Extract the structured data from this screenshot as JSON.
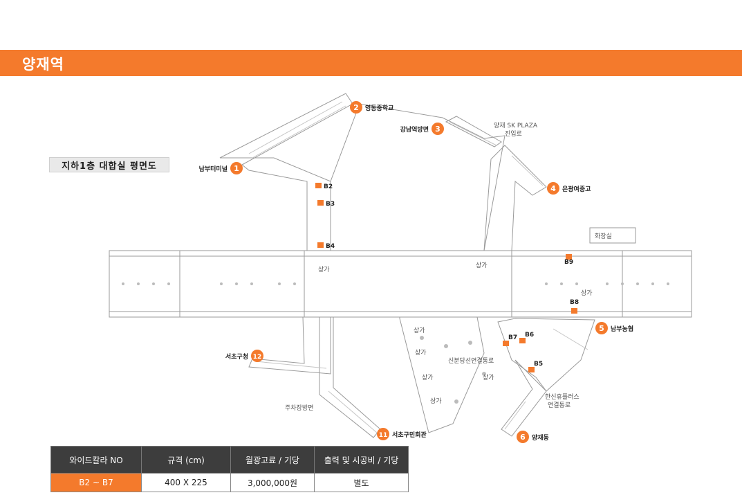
{
  "header": {
    "title": "양재역"
  },
  "floor_label": "지하1층 대합실 평면도",
  "exits": [
    {
      "num": "1",
      "name": "남부터미널"
    },
    {
      "num": "2",
      "name": "영동중학교"
    },
    {
      "num": "3",
      "name": "강남역방면"
    },
    {
      "num": "4",
      "name": "은광여중고"
    },
    {
      "num": "5",
      "name": "남부농협"
    },
    {
      "num": "6",
      "name": "양재동"
    },
    {
      "num": "11",
      "name": "서초구민회관"
    },
    {
      "num": "12",
      "name": "서초구청"
    }
  ],
  "ad_spots": [
    "B2",
    "B3",
    "B4",
    "B5",
    "B6",
    "B7",
    "B8",
    "B9"
  ],
  "map_labels": {
    "sk_plaza": "양재 SK PLAZA",
    "sk_plaza_2": "진입로",
    "restroom": "화장실",
    "shop": "상가",
    "sinbundang": "신분당선연결통로",
    "hansin": "한신휴플러스",
    "hansin_2": "연결통로",
    "parking": "주차장방면"
  },
  "table": {
    "headers": [
      "와이드칼라 NO",
      "규격 (cm)",
      "월광고료 / 기당",
      "출력 및 시공비 / 기당"
    ],
    "rows": [
      [
        "B2 ~ B7",
        "400 X 225",
        "3,000,000원",
        "별도"
      ]
    ]
  },
  "colors": {
    "accent": "#f47a2c",
    "header_dark": "#3d3d3d"
  }
}
